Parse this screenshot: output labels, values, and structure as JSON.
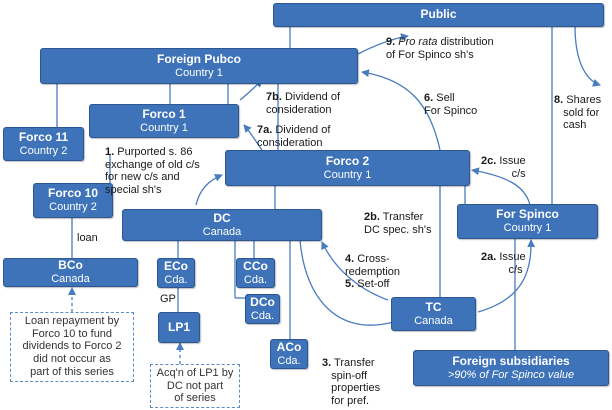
{
  "entities": {
    "public": {
      "name": "Public"
    },
    "foreign_pubco": {
      "name": "Foreign Pubco",
      "sub": "Country 1"
    },
    "forco1": {
      "name": "Forco 1",
      "sub": "Country 1"
    },
    "forco11": {
      "name": "Forco 11",
      "sub": "Country 2"
    },
    "forco10": {
      "name": "Forco 10",
      "sub": "Country 2"
    },
    "forco2": {
      "name": "Forco 2",
      "sub": "Country 1"
    },
    "dc": {
      "name": "DC",
      "sub": "Canada"
    },
    "bco": {
      "name": "BCo",
      "sub": "Canada"
    },
    "eco": {
      "name": "ECo",
      "sub": "Cda."
    },
    "cco": {
      "name": "CCo",
      "sub": "Cda."
    },
    "dco": {
      "name": "DCo",
      "sub": "Cda."
    },
    "aco": {
      "name": "ACo",
      "sub": "Cda."
    },
    "lp1": {
      "name": "LP1"
    },
    "for_spinco": {
      "name": "For Spinco",
      "sub": "Country 1"
    },
    "tc": {
      "name": "TC",
      "sub": "Canada"
    },
    "foreign_subs": {
      "name": "Foreign subsidiaries",
      "sub": ">90% of For Spinco value"
    }
  },
  "steps": {
    "s1": {
      "num": "1.",
      "l1": "Purported s. 86",
      "l2": "exchange of old c/s",
      "l3": "for new c/s and",
      "l4": "special sh's"
    },
    "s2a": {
      "num": "2a.",
      "l1": "Issue",
      "l2": "c/s"
    },
    "s2b": {
      "num": "2b.",
      "l1": "Transfer",
      "l2": "DC spec. sh's"
    },
    "s2c": {
      "num": "2c.",
      "l1": "Issue",
      "l2": "c/s"
    },
    "s3": {
      "num": "3.",
      "l1": "Transfer",
      "l2": "spin-off",
      "l3": "properties",
      "l4": "for pref."
    },
    "s4": {
      "num": "4.",
      "l1": "Cross-",
      "l2": "redemption"
    },
    "s5": {
      "num": "5.",
      "l1": "Set-off"
    },
    "s6": {
      "num": "6.",
      "l1": "Sell",
      "l2": "For Spinco"
    },
    "s7a": {
      "num": "7a.",
      "l1": "Dividend of",
      "l2": "consideration"
    },
    "s7b": {
      "num": "7b.",
      "l1": "Dividend of",
      "l2": "consideration"
    },
    "s8": {
      "num": "8.",
      "l1": "Shares",
      "l2": "sold for",
      "l3": "cash"
    },
    "s9": {
      "num": "9.",
      "l1_italic": "Pro rata",
      "l1_rest": " distribution",
      "l2": "of For Spinco sh's"
    }
  },
  "link_labels": {
    "loan": "loan",
    "gp": "GP"
  },
  "notes": {
    "loan_repayment": {
      "l1": "Loan repayment by",
      "l2": "Forco 10 to fund",
      "l3": "dividends to Forco 2",
      "l4": "did not occur as",
      "l5": "part of this series"
    },
    "lp1_acquisition": {
      "l1": "Acq'n of LP1 by",
      "l2": "DC not part",
      "l3": "of series"
    }
  },
  "colors": {
    "box_fill": "#3e73b9",
    "box_border": "#2c5793",
    "line": "#4a7cc0",
    "note_border": "#5b8bc9"
  }
}
